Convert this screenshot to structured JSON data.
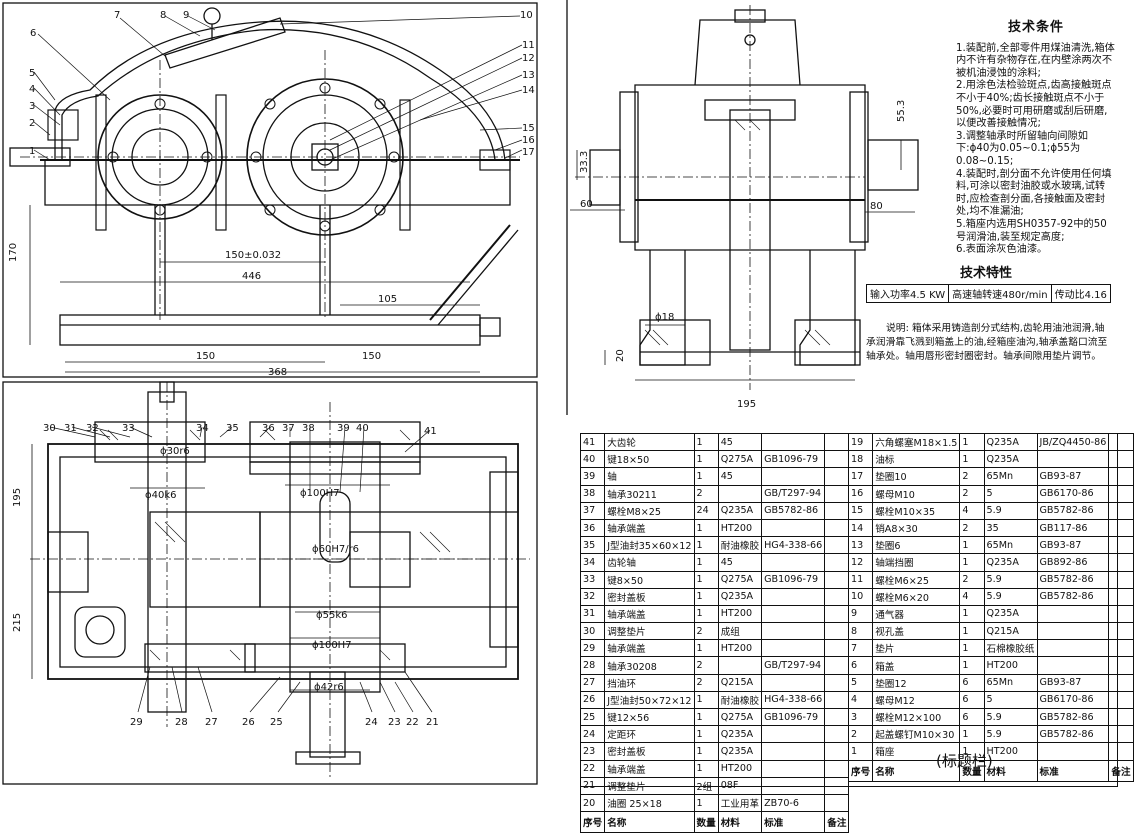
{
  "tech_conditions": {
    "title": "技术条件",
    "items": [
      "1.装配前,全部零件用煤油清洗,箱体内不许有杂物存在,在内壁涂两次不被机油浸蚀的涂料;",
      "2.用涂色法检验斑点,齿高接触斑点不小于40%;齿长接触斑点不小于50%,必要时可用研磨或刮后研磨,以便改善接触情况;",
      "3.调整轴承时所留轴向间隙如下:ϕ40为0.05~0.1;ϕ55为0.08~0.15;",
      "4.装配时,剖分面不允许使用任何填料,可涂以密封油胶或水玻璃,试转时,应检查剖分面,各接触面及密封处,均不准漏油;",
      "5.箱座内选用SH0357-92中的50号润滑油,装至规定高度;",
      "6.表面涂灰色油漆。"
    ]
  },
  "tech_characteristics": {
    "title": "技术特性",
    "cells": [
      "输入功率4.5 KW",
      "高速轴转速480r/min",
      "传动比4.16"
    ]
  },
  "note": "说明: 箱体采用铸造剖分式结构,齿轮用油池润滑,轴承润滑靠飞溅到箱盖上的油,经箱座油沟,轴承盖豁口流至轴承处。轴用唇形密封圈密封。轴承间隙用垫片调节。",
  "dimensions": {
    "front": [
      "170",
      "150±0.032",
      "446",
      "105",
      "150",
      "150",
      "368"
    ],
    "side": [
      "33.3",
      "55.3",
      "60",
      "80",
      "ϕ18",
      "20",
      "195"
    ],
    "plan": [
      "195",
      "215",
      "ϕ30r6",
      "ϕ40k6",
      "ϕ100H7",
      "ϕ60H7/r6",
      "ϕ55k6",
      "ϕ100H7",
      "ϕ42r6"
    ]
  },
  "part_callouts": {
    "front": [
      "1",
      "2",
      "3",
      "4",
      "5",
      "6",
      "7",
      "8",
      "9",
      "10",
      "11",
      "12",
      "13",
      "14",
      "15",
      "16",
      "17"
    ],
    "plan_top": [
      "30",
      "31",
      "32",
      "33",
      "34",
      "35",
      "36",
      "37",
      "38",
      "39",
      "40",
      "41"
    ],
    "plan_bottom": [
      "29",
      "28",
      "27",
      "26",
      "25",
      "24",
      "23",
      "22",
      "21"
    ]
  },
  "bom_left": {
    "rows": [
      [
        "41",
        "大齿轮",
        "1",
        "45",
        "",
        ""
      ],
      [
        "40",
        "键18×50",
        "1",
        "Q275A",
        "GB1096-79",
        ""
      ],
      [
        "39",
        "轴",
        "1",
        "45",
        "",
        ""
      ],
      [
        "38",
        "轴承30211",
        "2",
        "",
        "GB/T297-94",
        ""
      ],
      [
        "37",
        "螺栓M8×25",
        "24",
        "Q235A",
        "GB5782-86",
        ""
      ],
      [
        "36",
        "轴承端盖",
        "1",
        "HT200",
        "",
        ""
      ],
      [
        "35",
        "J型油封35×60×12",
        "1",
        "耐油橡胶",
        "HG4-338-66",
        ""
      ],
      [
        "34",
        "齿轮轴",
        "1",
        "45",
        "",
        ""
      ],
      [
        "33",
        "键8×50",
        "1",
        "Q275A",
        "GB1096-79",
        ""
      ],
      [
        "32",
        "密封盖板",
        "1",
        "Q235A",
        "",
        ""
      ],
      [
        "31",
        "轴承端盖",
        "1",
        "HT200",
        "",
        ""
      ],
      [
        "30",
        "调整垫片",
        "2",
        "成组",
        "",
        ""
      ],
      [
        "29",
        "轴承端盖",
        "1",
        "HT200",
        "",
        ""
      ],
      [
        "28",
        "轴承30208",
        "2",
        "",
        "GB/T297-94",
        ""
      ],
      [
        "27",
        "挡油环",
        "2",
        "Q215A",
        "",
        ""
      ],
      [
        "26",
        "J型油封50×72×12",
        "1",
        "耐油橡胶",
        "HG4-338-66",
        ""
      ],
      [
        "25",
        "键12×56",
        "1",
        "Q275A",
        "GB1096-79",
        ""
      ],
      [
        "24",
        "定距环",
        "1",
        "Q235A",
        "",
        ""
      ],
      [
        "23",
        "密封盖板",
        "1",
        "Q235A",
        "",
        ""
      ],
      [
        "22",
        "轴承端盖",
        "1",
        "HT200",
        "",
        ""
      ],
      [
        "21",
        "调整垫片",
        "2组",
        "08F",
        "",
        ""
      ],
      [
        "20",
        "油圈 25×18",
        "1",
        "工业用革",
        "ZB70-6",
        ""
      ]
    ],
    "header": [
      "序号",
      "名称",
      "数量",
      "材料",
      "标准",
      "备注"
    ]
  },
  "bom_right": {
    "rows": [
      [
        "19",
        "六角螺塞M18×1.5",
        "1",
        "Q235A",
        "JB/ZQ4450-86",
        ""
      ],
      [
        "18",
        "油标",
        "1",
        "Q235A",
        "",
        ""
      ],
      [
        "17",
        "垫圈10",
        "2",
        "65Mn",
        "GB93-87",
        ""
      ],
      [
        "16",
        "螺母M10",
        "2",
        "5",
        "GB6170-86",
        ""
      ],
      [
        "15",
        "螺栓M10×35",
        "4",
        "5.9",
        "GB5782-86",
        ""
      ],
      [
        "14",
        "销A8×30",
        "2",
        "35",
        "GB117-86",
        ""
      ],
      [
        "13",
        "垫圈6",
        "1",
        "65Mn",
        "GB93-87",
        ""
      ],
      [
        "12",
        "轴端挡圈",
        "1",
        "Q235A",
        "GB892-86",
        ""
      ],
      [
        "11",
        "螺栓M6×25",
        "2",
        "5.9",
        "GB5782-86",
        ""
      ],
      [
        "10",
        "螺栓M6×20",
        "4",
        "5.9",
        "GB5782-86",
        ""
      ],
      [
        "9",
        "通气器",
        "1",
        "Q235A",
        "",
        ""
      ],
      [
        "8",
        "视孔盖",
        "1",
        "Q215A",
        "",
        ""
      ],
      [
        "7",
        "垫片",
        "1",
        "石棉橡胶纸",
        "",
        ""
      ],
      [
        "6",
        "箱盖",
        "1",
        "HT200",
        "",
        ""
      ],
      [
        "5",
        "垫圈12",
        "6",
        "65Mn",
        "GB93-87",
        ""
      ],
      [
        "4",
        "螺母M12",
        "6",
        "5",
        "GB6170-86",
        ""
      ],
      [
        "3",
        "螺栓M12×100",
        "6",
        "5.9",
        "GB5782-86",
        ""
      ],
      [
        "2",
        "起盖螺钉M10×30",
        "1",
        "5.9",
        "GB5782-86",
        ""
      ],
      [
        "1",
        "箱座",
        "1",
        "HT200",
        "",
        ""
      ]
    ],
    "header": [
      "序号",
      "名称",
      "数量",
      "材料",
      "标准",
      "备注"
    ]
  },
  "title_block": "(标题栏)"
}
